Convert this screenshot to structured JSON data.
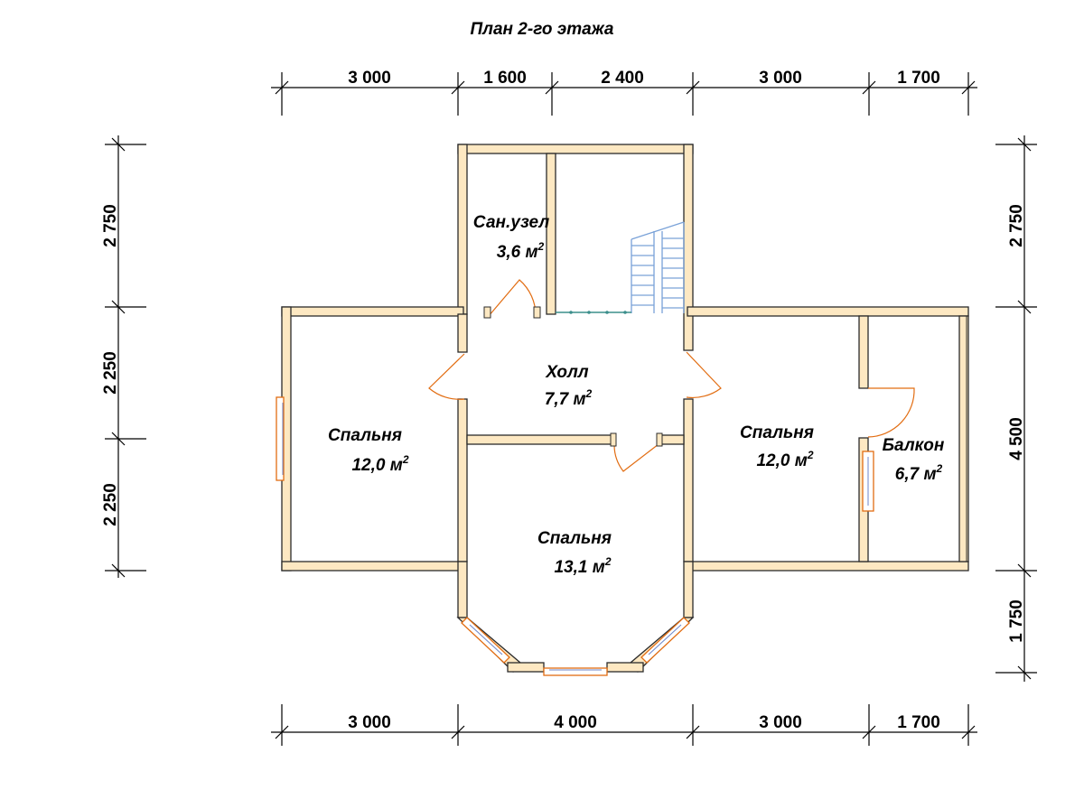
{
  "title": "План 2-го этажа",
  "dimensions": {
    "top": [
      "3 000",
      "1 600",
      "2 400",
      "3 000",
      "1 700"
    ],
    "bottom": [
      "3 000",
      "4 000",
      "3 000",
      "1 700"
    ],
    "left": [
      "2 750",
      "2 250",
      "2 250"
    ],
    "right": [
      "2 750",
      "4 500",
      "1 750"
    ]
  },
  "rooms": {
    "sanuzel": {
      "name": "Сан.узел",
      "area": "3,6 м",
      "sup": "2"
    },
    "holl": {
      "name": "Холл",
      "area": "7,7 м",
      "sup": "2"
    },
    "bedroom_left": {
      "name": "Спальня",
      "area": "12,0 м",
      "sup": "2"
    },
    "bedroom_center": {
      "name": "Спальня",
      "area": "13,1 м",
      "sup": "2"
    },
    "bedroom_right": {
      "name": "Спальня",
      "area": "12,0 м",
      "sup": "2"
    },
    "balcony": {
      "name": "Балкон",
      "area": "6,7 м",
      "sup": "2"
    }
  },
  "colors": {
    "wall": "#fde8c2",
    "door": "#e26d12",
    "stair": "#7aa2d8",
    "glass": "#6d86c9"
  }
}
